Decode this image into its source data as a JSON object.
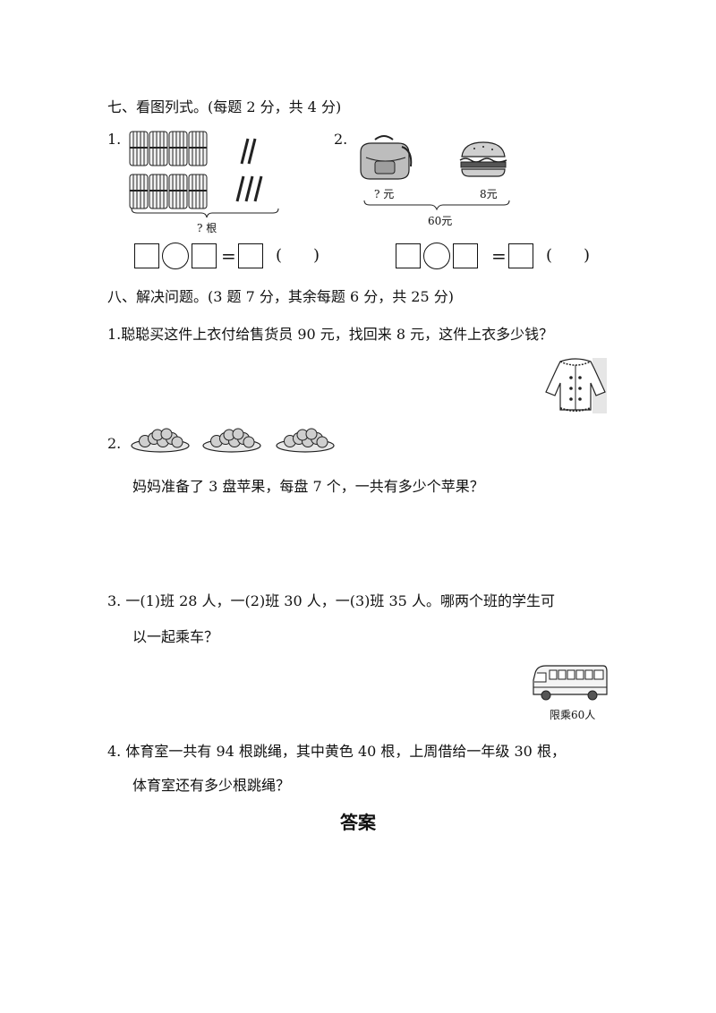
{
  "section7": {
    "heading": "七、看图列式。(每题 2 分，共 4 分)",
    "q1": {
      "number": "1.",
      "caption": "? 根",
      "paren_open": "(",
      "paren_close": ")",
      "equals": "="
    },
    "q2": {
      "number": "2.",
      "label_unknown": "? 元",
      "label_price": "8元",
      "total": "60元",
      "paren_open": "(",
      "paren_close": ")",
      "equals": "="
    }
  },
  "section8": {
    "heading": "八、解决问题。(3 题 7 分，其余每题 6 分，共 25 分)",
    "q1": "1.聪聪买这件上衣付给售货员 90 元，找回来 8 元，这件上衣多少钱？",
    "q2_number": "2.",
    "q2": "妈妈准备了 3 盘苹果，每盘 7 个，一共有多少个苹果？",
    "q3_line1": "3.  一(1)班 28 人，一(2)班 30 人，一(3)班 35 人。哪两个班的学生可",
    "q3_line2": "以一起乘车？",
    "bus_label": "限乘60人",
    "q4_line1": "4.  体育室一共有 94 根跳绳，其中黄色 40 根，上周借给一年级 30 根，",
    "q4_line2": "体育室还有多少根跳绳？"
  },
  "answer_heading": "答案"
}
